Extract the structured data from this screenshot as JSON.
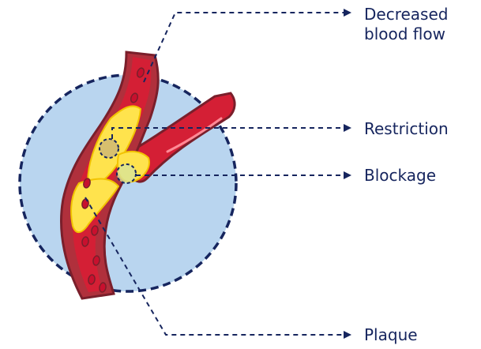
{
  "labels": {
    "decreased_line1": "Decreased",
    "decreased_line2": "blood flow",
    "restriction": "Restriction",
    "blockage": "Blockage",
    "plaque": "Plaque"
  },
  "colors": {
    "callout": "#16255e",
    "circle_fill": "#b9d5ef",
    "artery_wall": "#7a1f2b",
    "artery_lumen": "#d41f35",
    "plaque": "#ffe34d",
    "plaque_dark": "#f2c300",
    "blood_cell": "#c8102e",
    "background": "#ffffff"
  }
}
